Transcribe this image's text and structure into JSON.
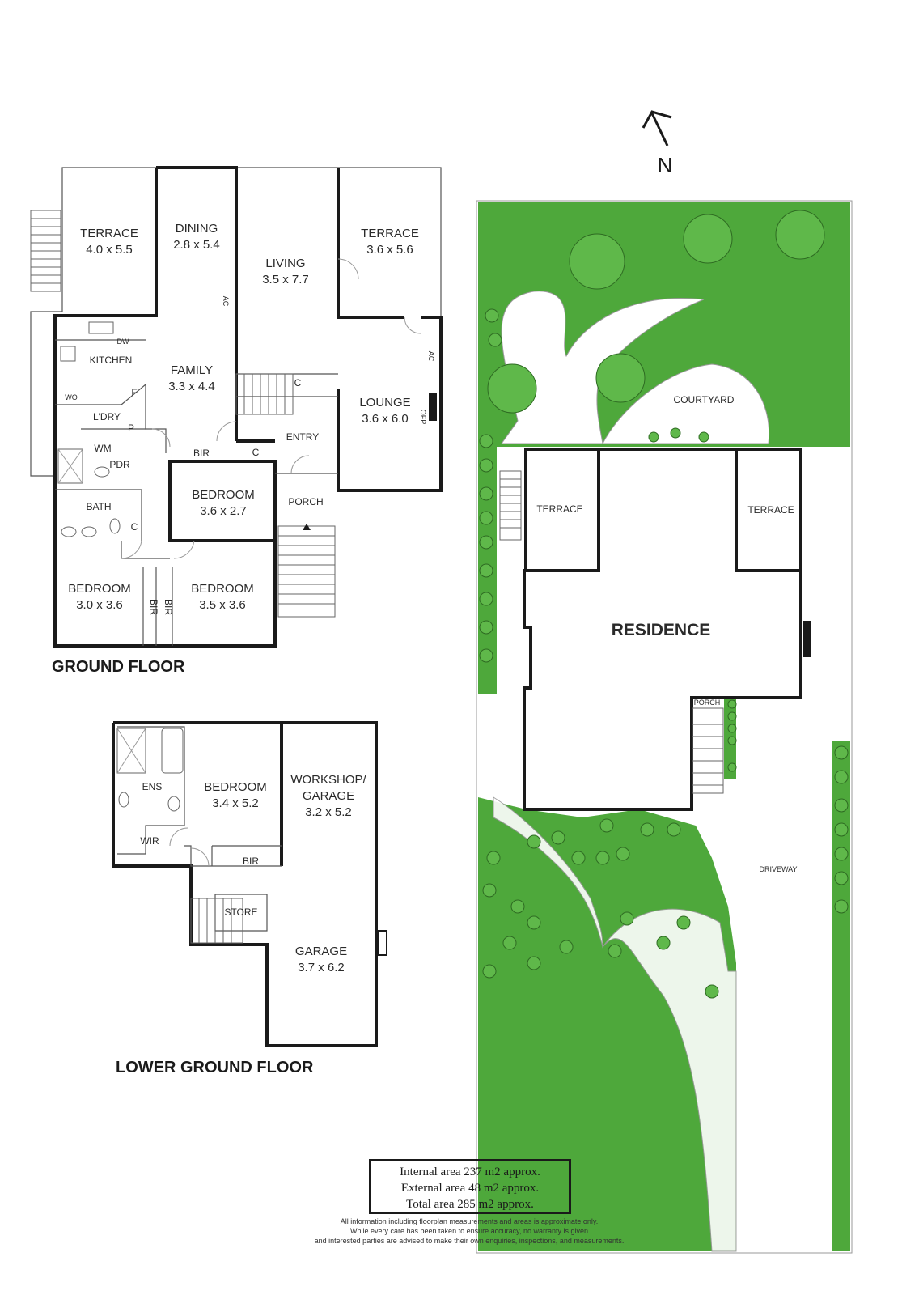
{
  "compass": {
    "label": "N"
  },
  "ground_floor": {
    "title": "GROUND FLOOR",
    "rooms": {
      "terrace_w": {
        "name": "TERRACE",
        "size": "4.0 x 5.5"
      },
      "dining": {
        "name": "DINING",
        "size": "2.8 x 5.4"
      },
      "living": {
        "name": "LIVING",
        "size": "3.5 x 7.7"
      },
      "terrace_e": {
        "name": "TERRACE",
        "size": "3.6 x 5.6"
      },
      "kitchen": {
        "name": "KITCHEN"
      },
      "family": {
        "name": "FAMILY",
        "size": "3.3 x 4.4"
      },
      "lounge": {
        "name": "LOUNGE",
        "size": "3.6 x 6.0"
      },
      "laundry": {
        "name": "L'DRY"
      },
      "entry": {
        "name": "ENTRY"
      },
      "pdr": {
        "name": "PDR"
      },
      "bath": {
        "name": "BATH"
      },
      "bedroom_mid": {
        "name": "BEDROOM",
        "size": "3.6 x 2.7"
      },
      "porch": {
        "name": "PORCH"
      },
      "bedroom_sw": {
        "name": "BEDROOM",
        "size": "3.0 x 3.6"
      },
      "bedroom_s": {
        "name": "BEDROOM",
        "size": "3.5 x 3.6"
      }
    },
    "fixtures": {
      "dw": "DW",
      "ac": "AC",
      "wo": "WO",
      "c": "C",
      "f": "F",
      "p": "P",
      "wm": "WM",
      "bir": "BIR",
      "opf": "OFP"
    }
  },
  "lower_ground_floor": {
    "title": "LOWER GROUND FLOOR",
    "rooms": {
      "ens": {
        "name": "ENS"
      },
      "bedroom": {
        "name": "BEDROOM",
        "size": "3.4 x 5.2"
      },
      "workshop": {
        "name": "WORKSHOP/",
        "name2": "GARAGE",
        "size": "3.2 x 5.2"
      },
      "wir": {
        "name": "WIR"
      },
      "bir": {
        "name": "BIR"
      },
      "store": {
        "name": "STORE"
      },
      "garage": {
        "name": "GARAGE",
        "size": "3.7 x 6.2"
      }
    }
  },
  "site_plan": {
    "residence": "RESIDENCE",
    "courtyard": "COURTYARD",
    "terrace_w": "TERRACE",
    "terrace_e": "TERRACE",
    "porch": "PORCH",
    "driveway": "DRIVEWAY"
  },
  "areas": {
    "internal": "Internal area 237 m2 approx.",
    "external": "External area 48 m2 approx.",
    "total": "Total area 285 m2 approx."
  },
  "disclaimer": {
    "line1": "All information including floorplan measurements and areas is approximate only.",
    "line2": "While every care has been taken to ensure accuracy, no warranty is given",
    "line3": "and interested parties are advised to make their own enquiries, inspections, and measurements."
  },
  "colors": {
    "lawn": "#4ea83b",
    "tree": "#5fb84a",
    "wall": "#1a1a1a"
  }
}
